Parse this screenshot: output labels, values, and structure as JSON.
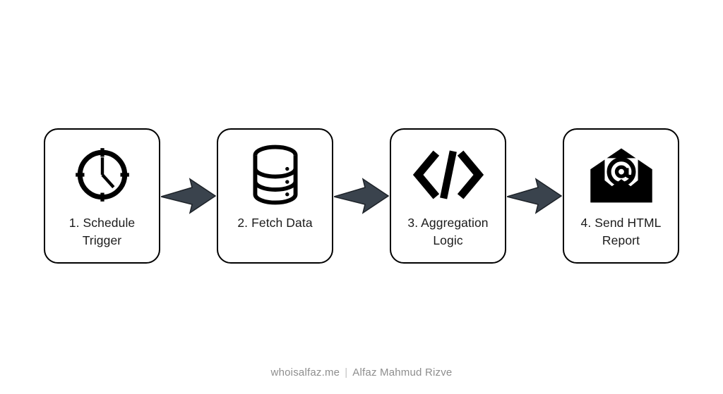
{
  "diagram": {
    "type": "horizontal-flowchart",
    "background_color": "#ffffff",
    "node_border_color": "#000000",
    "icon_color": "#000000",
    "label_color": "#1b1b1b",
    "arrow_color": "#3a434d",
    "arrow_stroke_color": "#1d2228",
    "nodes": [
      {
        "id": "schedule-trigger",
        "icon": "clock-icon",
        "label": "1. Schedule\nTrigger",
        "line1": "1. Schedule",
        "line2": "Trigger"
      },
      {
        "id": "fetch-data",
        "icon": "database-icon",
        "label": "2. Fetch Data",
        "line1": "2. Fetch Data",
        "line2": ""
      },
      {
        "id": "aggregation-logic",
        "icon": "code-icon",
        "label": "3. Aggregation\nLogic",
        "line1": "3. Aggregation",
        "line2": "Logic"
      },
      {
        "id": "send-html-report",
        "icon": "email-at-icon",
        "label": "4. Send HTML\nReport",
        "line1": "4. Send HTML",
        "line2": "Report"
      }
    ],
    "connectors": [
      {
        "id": "arrow-1",
        "icon": "arrow-right-icon",
        "from": "schedule-trigger",
        "to": "fetch-data"
      },
      {
        "id": "arrow-2",
        "icon": "arrow-right-icon",
        "from": "fetch-data",
        "to": "aggregation-logic"
      },
      {
        "id": "arrow-3",
        "icon": "arrow-right-icon",
        "from": "aggregation-logic",
        "to": "send-html-report"
      }
    ]
  },
  "footer": {
    "site": "whoisalfaz.me",
    "separator": "|",
    "author": "Alfaz Mahmud Rizve"
  }
}
